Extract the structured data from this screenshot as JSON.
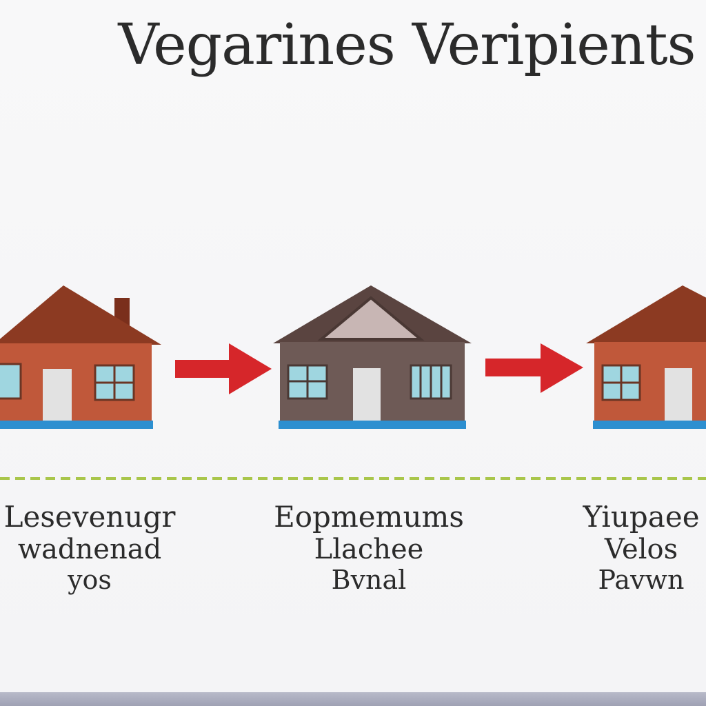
{
  "title": "Vegarines Veripients",
  "colors": {
    "roof_brick": "#8c3a22",
    "wall_brick": "#c0583a",
    "roof_dark": "#5a4440",
    "wall_dark": "#6e5a56",
    "gable": "#c8b6b4",
    "window": "#9fd6e0",
    "door": "#e2e2e2",
    "base": "#2d8fd0",
    "arrow": "#d6262a",
    "divider": "#a9c64b",
    "text": "#2b2b2b"
  },
  "stages": [
    {
      "icon": "brick-house-icon",
      "caption": [
        "Lesevenugr",
        "wadnenad",
        "yos"
      ]
    },
    {
      "icon": "brown-house-icon",
      "caption": [
        "Eopmemums",
        "Llachee",
        "Bvnal"
      ]
    },
    {
      "icon": "brick-house-icon",
      "caption": [
        "Yiupaee",
        "Velos",
        "Pavwn"
      ]
    }
  ],
  "arrows": [
    "arrow-right-icon",
    "arrow-right-icon"
  ]
}
